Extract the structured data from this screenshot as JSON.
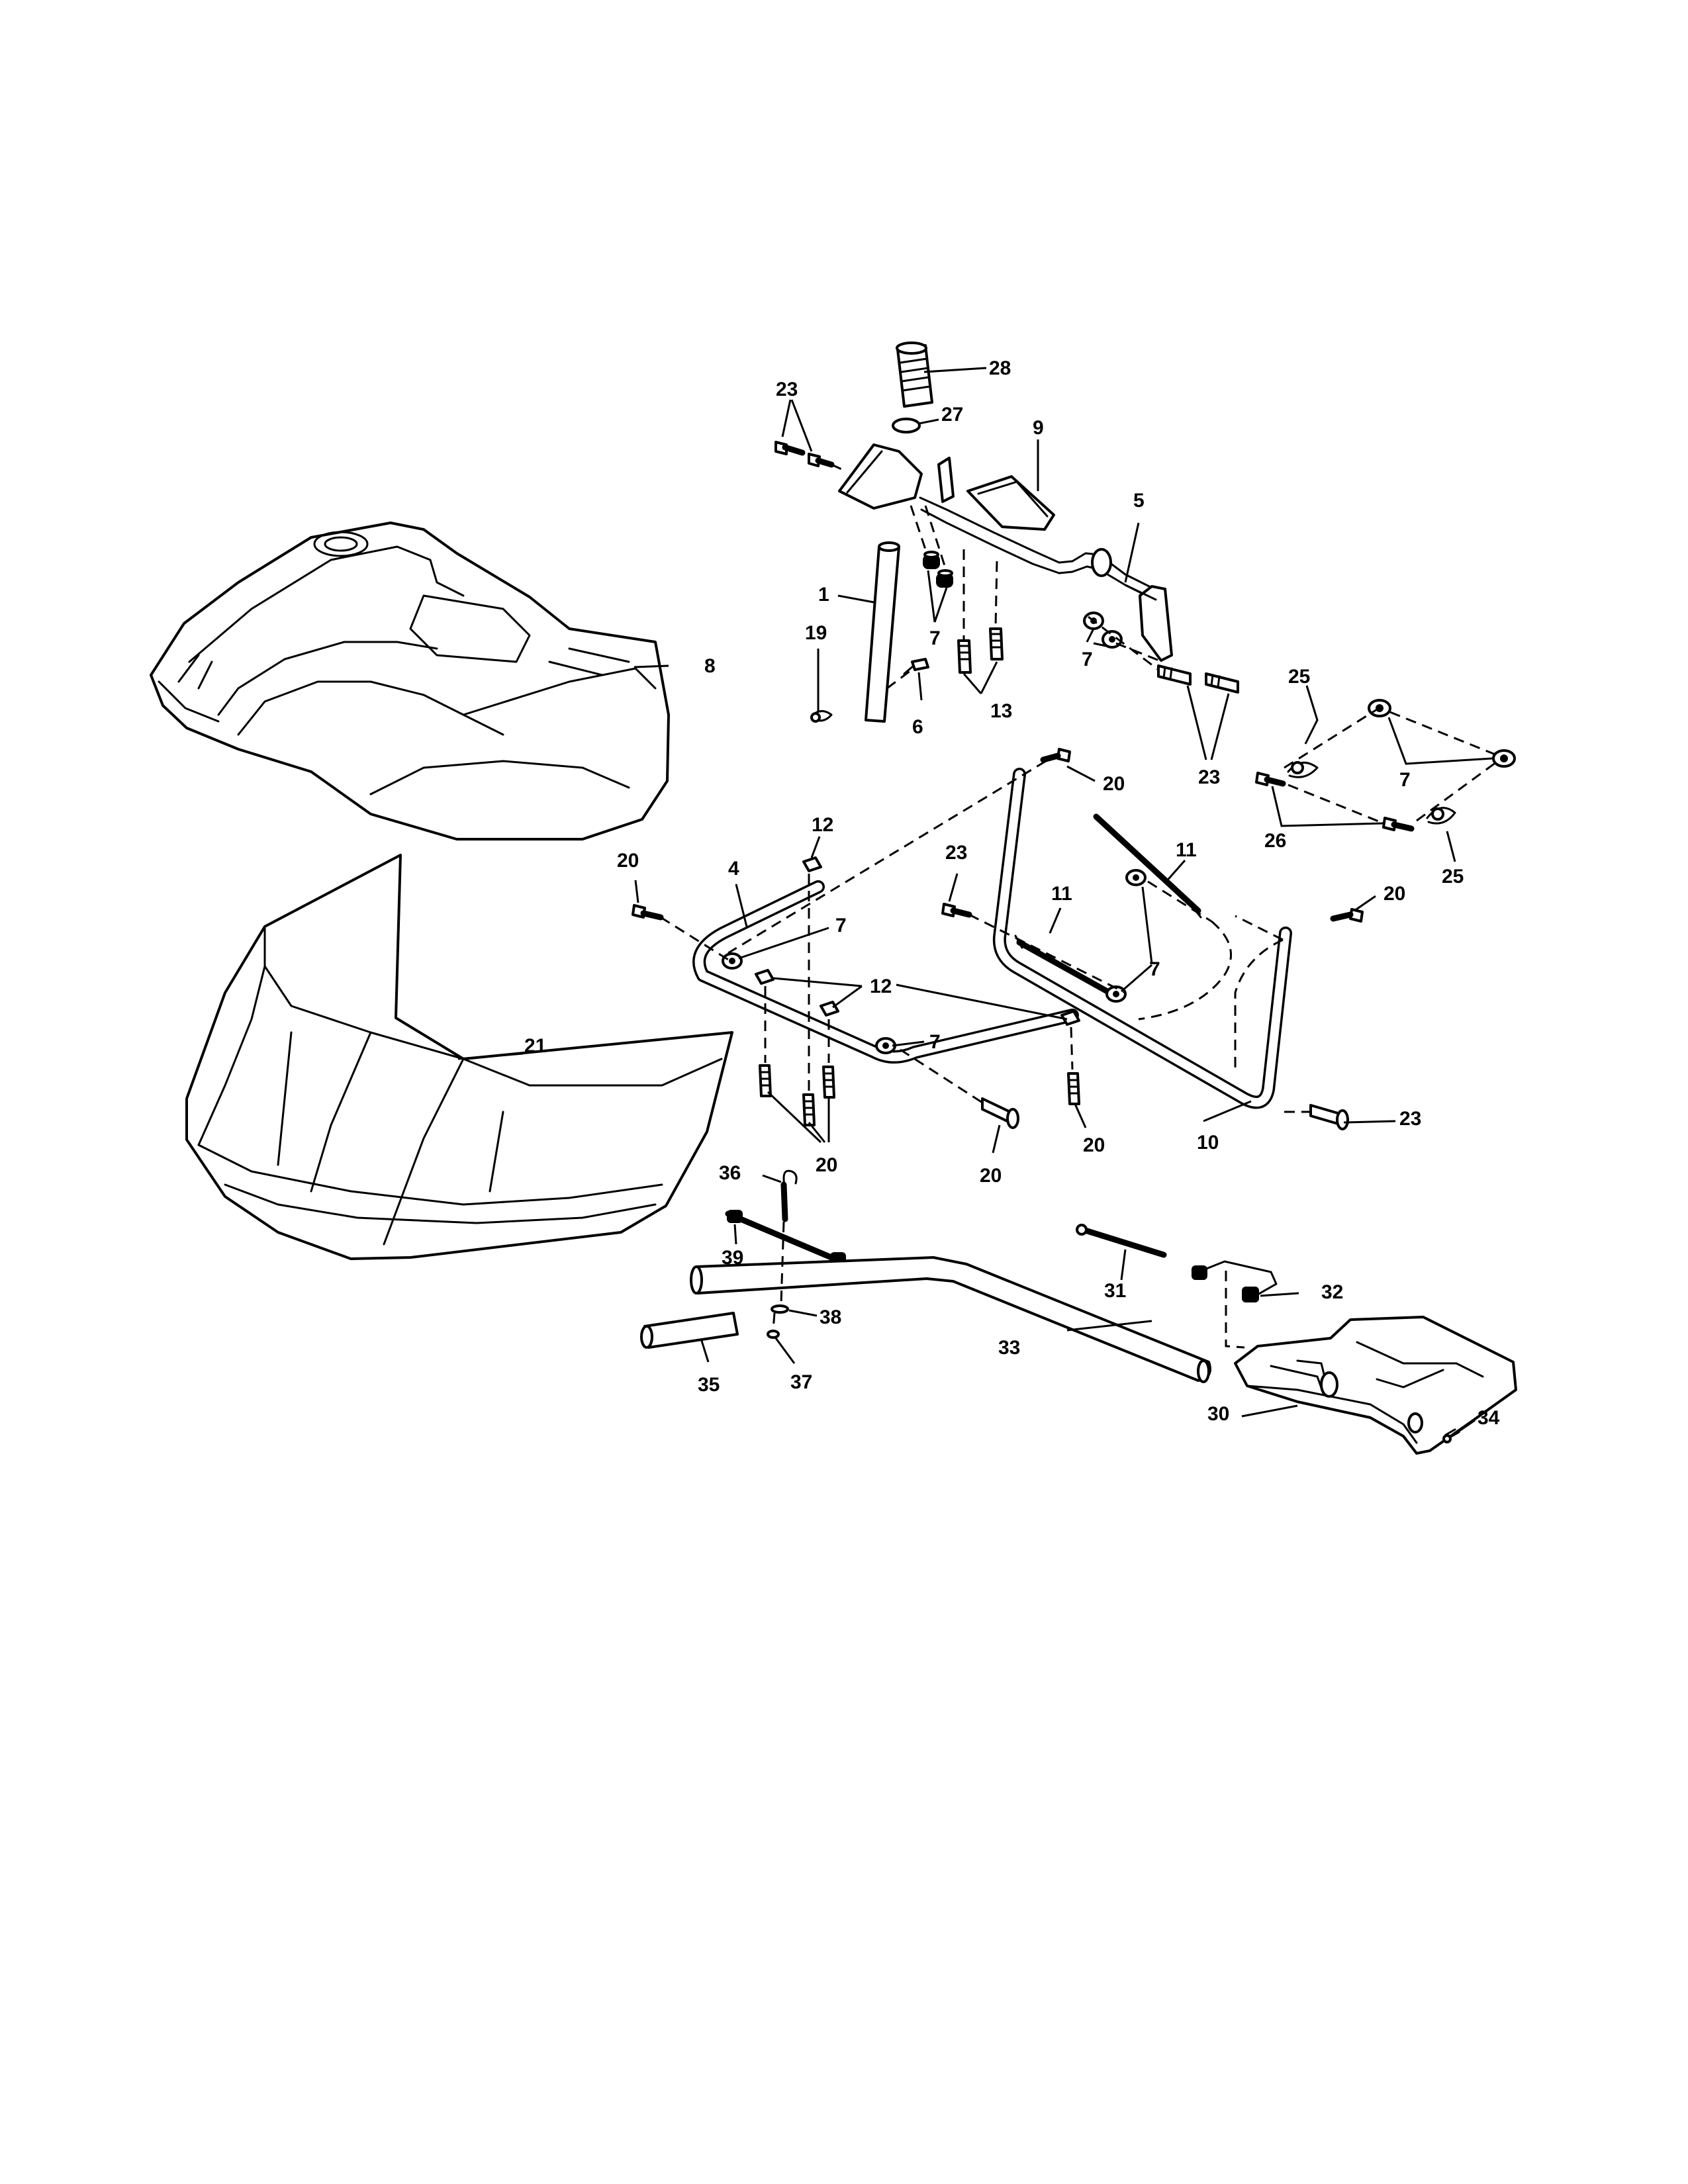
{
  "diagram": {
    "callouts": [
      {
        "id": "c28",
        "text": "28"
      },
      {
        "id": "c27",
        "text": "27"
      },
      {
        "id": "c23a",
        "text": "23"
      },
      {
        "id": "c9",
        "text": "9"
      },
      {
        "id": "c5",
        "text": "5"
      },
      {
        "id": "c1",
        "text": "1"
      },
      {
        "id": "c19",
        "text": "19"
      },
      {
        "id": "c6",
        "text": "6"
      },
      {
        "id": "c7a",
        "text": "7"
      },
      {
        "id": "c13",
        "text": "13"
      },
      {
        "id": "c7b",
        "text": "7"
      },
      {
        "id": "c23b",
        "text": "23"
      },
      {
        "id": "c8",
        "text": "8"
      },
      {
        "id": "c25a",
        "text": "25"
      },
      {
        "id": "c7c",
        "text": "7"
      },
      {
        "id": "c26",
        "text": "26"
      },
      {
        "id": "c25b",
        "text": "25"
      },
      {
        "id": "c20a",
        "text": "20"
      },
      {
        "id": "c12a",
        "text": "12"
      },
      {
        "id": "c20b",
        "text": "20"
      },
      {
        "id": "c4",
        "text": "4"
      },
      {
        "id": "c7d",
        "text": "7"
      },
      {
        "id": "c23c",
        "text": "23"
      },
      {
        "id": "c11a",
        "text": "11"
      },
      {
        "id": "c11b",
        "text": "11"
      },
      {
        "id": "c20c",
        "text": "20"
      },
      {
        "id": "c7e",
        "text": "7"
      },
      {
        "id": "c12b",
        "text": "12"
      },
      {
        "id": "c7f",
        "text": "7"
      },
      {
        "id": "c21",
        "text": "21"
      },
      {
        "id": "c23d",
        "text": "23"
      },
      {
        "id": "c20d",
        "text": "20"
      },
      {
        "id": "c20e",
        "text": "20"
      },
      {
        "id": "c10",
        "text": "10"
      },
      {
        "id": "c20f",
        "text": "20"
      },
      {
        "id": "c36",
        "text": "36"
      },
      {
        "id": "c39",
        "text": "39"
      },
      {
        "id": "c31",
        "text": "31"
      },
      {
        "id": "c32",
        "text": "32"
      },
      {
        "id": "c38",
        "text": "38"
      },
      {
        "id": "c33",
        "text": "33"
      },
      {
        "id": "c35",
        "text": "35"
      },
      {
        "id": "c37",
        "text": "37"
      },
      {
        "id": "c30",
        "text": "30"
      },
      {
        "id": "c34",
        "text": "34"
      }
    ]
  }
}
